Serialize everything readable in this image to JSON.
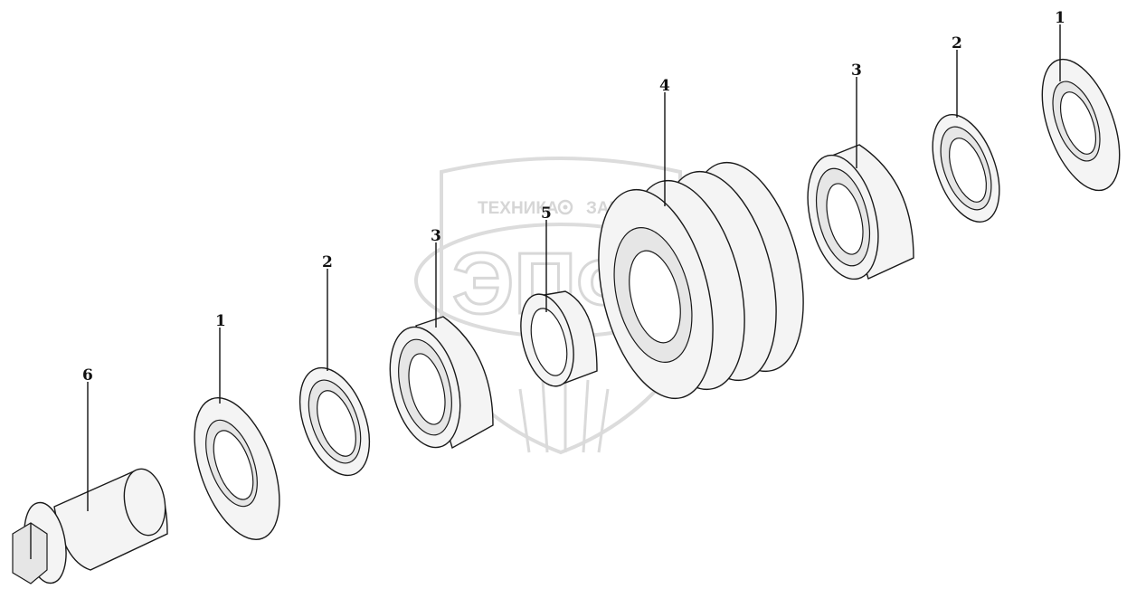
{
  "watermark": {
    "line1_left": "ТЕХНИКА",
    "line1_right": "ЗАПЧАСТИ",
    "logo": "ЭПФ",
    "gear_icon": "gear-icon",
    "color": "#d6d6d6"
  },
  "callouts": [
    {
      "id": "c1a",
      "label": "1"
    },
    {
      "id": "c2a",
      "label": "2"
    },
    {
      "id": "c3a",
      "label": "3"
    },
    {
      "id": "c4",
      "label": "4"
    },
    {
      "id": "c3b",
      "label": "3"
    },
    {
      "id": "c2b",
      "label": "2"
    },
    {
      "id": "c1b",
      "label": "1"
    },
    {
      "id": "c5",
      "label": "5"
    },
    {
      "id": "c6",
      "label": "6"
    }
  ]
}
